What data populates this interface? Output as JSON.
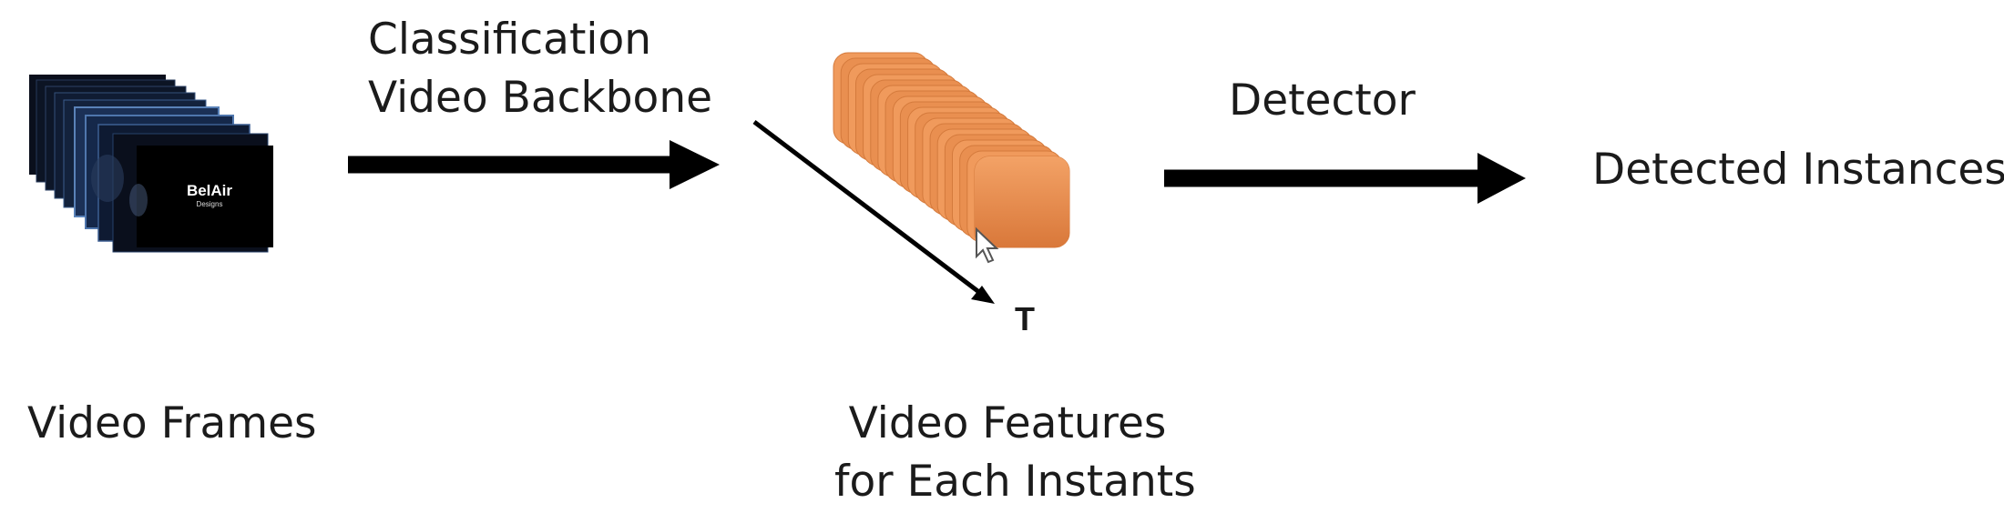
{
  "labels": {
    "backbone_line1": "Classification",
    "backbone_line2": "Video Backbone",
    "detector": "Detector",
    "detected": "Detected Instances",
    "frames": "Video Frames",
    "features_line1": "Video Features",
    "features_line2": "for Each Instants",
    "time_axis": "T"
  },
  "frame_logo": {
    "main": "BelAir",
    "sub": "Designs"
  },
  "colors": {
    "arrow": "#000000",
    "feature_block": "#e68a45",
    "frames": "#0b0f1a"
  }
}
